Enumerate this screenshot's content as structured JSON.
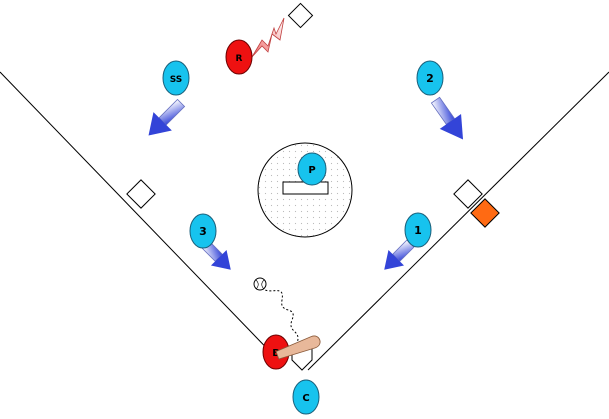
{
  "diagram": {
    "players": {
      "pitcher": "P",
      "shortstop": "SS",
      "second_base": "2",
      "first_base": "1",
      "third_base": "3",
      "catcher": "C",
      "runner": "R",
      "batter": "B"
    },
    "colors": {
      "fielder": "#17c3ee",
      "offense": "#ee1111",
      "arrow": "#3344d8",
      "first_base_bag": "#ff6a13",
      "runner_bolt": "#f7a0a0",
      "bat": "#e8b89a"
    },
    "icons": [
      "field-lines",
      "pitchers-mound",
      "base-bag",
      "home-plate",
      "movement-arrow",
      "ball",
      "bat",
      "lightning-bolt"
    ]
  }
}
